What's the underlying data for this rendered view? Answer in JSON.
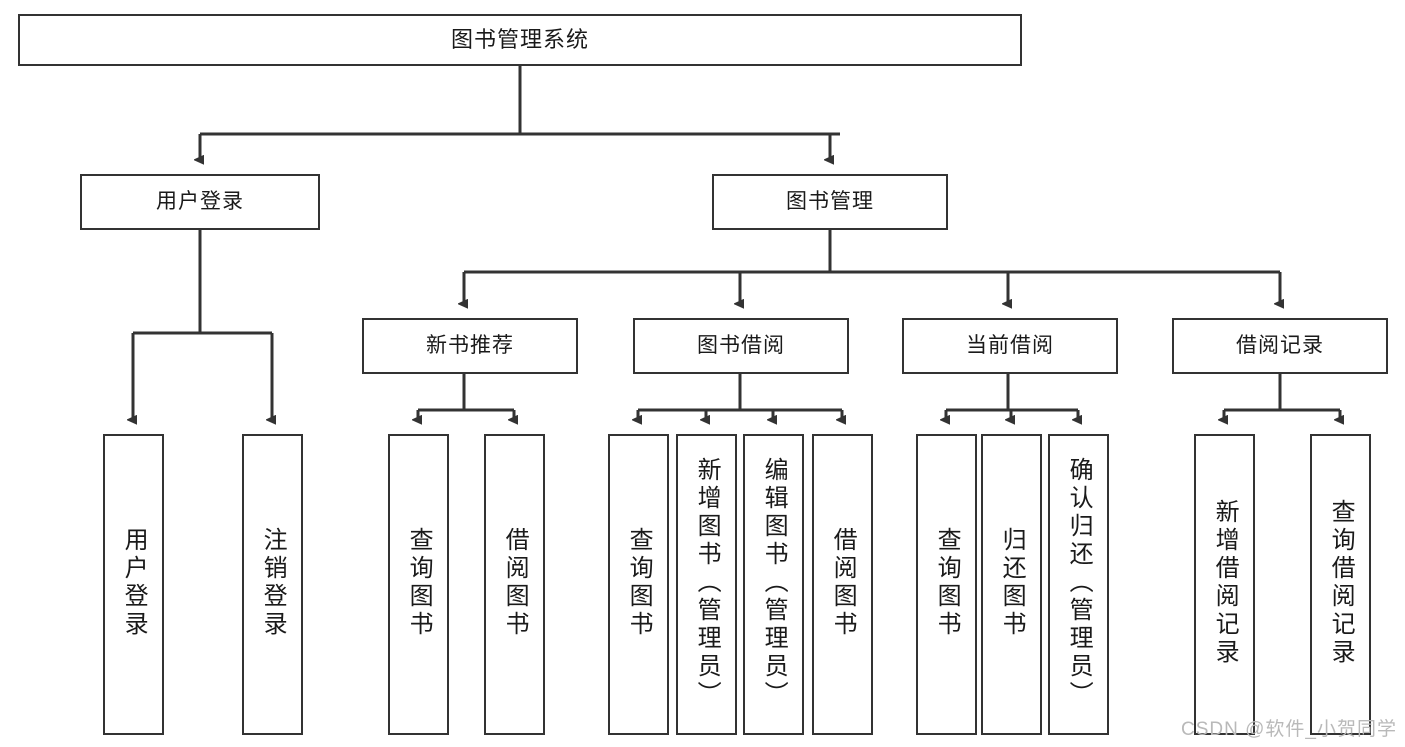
{
  "diagram": {
    "title": "图书管理系统",
    "type": "tree-hierarchy-diagram",
    "colors": {
      "box_border": "#333333",
      "box_fill": "#ffffff",
      "connector": "#333333",
      "text": "#1a1a1a",
      "watermark": "#b9b9b9"
    },
    "root": {
      "label": "图书管理系统"
    },
    "level1": [
      {
        "label": "用户登录"
      },
      {
        "label": "图书管理"
      }
    ],
    "level2": [
      {
        "label": "新书推荐"
      },
      {
        "label": "图书借阅"
      },
      {
        "label": "当前借阅"
      },
      {
        "label": "借阅记录"
      }
    ],
    "leaves": {
      "user_login": [
        {
          "label": "用户登录"
        },
        {
          "label": "注销登录"
        }
      ],
      "new_book_recommend": [
        {
          "label": "查询图书"
        },
        {
          "label": "借阅图书"
        }
      ],
      "book_borrow": [
        {
          "label": "查询图书"
        },
        {
          "label": "新增图书（管理员）"
        },
        {
          "label": "编辑图书（管理员）"
        },
        {
          "label": "借阅图书"
        }
      ],
      "current_borrow": [
        {
          "label": "查询图书"
        },
        {
          "label": "归还图书"
        },
        {
          "label": "确认归还（管理员）"
        }
      ],
      "borrow_records": [
        {
          "label": "新增借阅记录"
        },
        {
          "label": "查询借阅记录"
        }
      ]
    }
  },
  "watermark": {
    "text": "CSDN @软件_小贺同学"
  }
}
